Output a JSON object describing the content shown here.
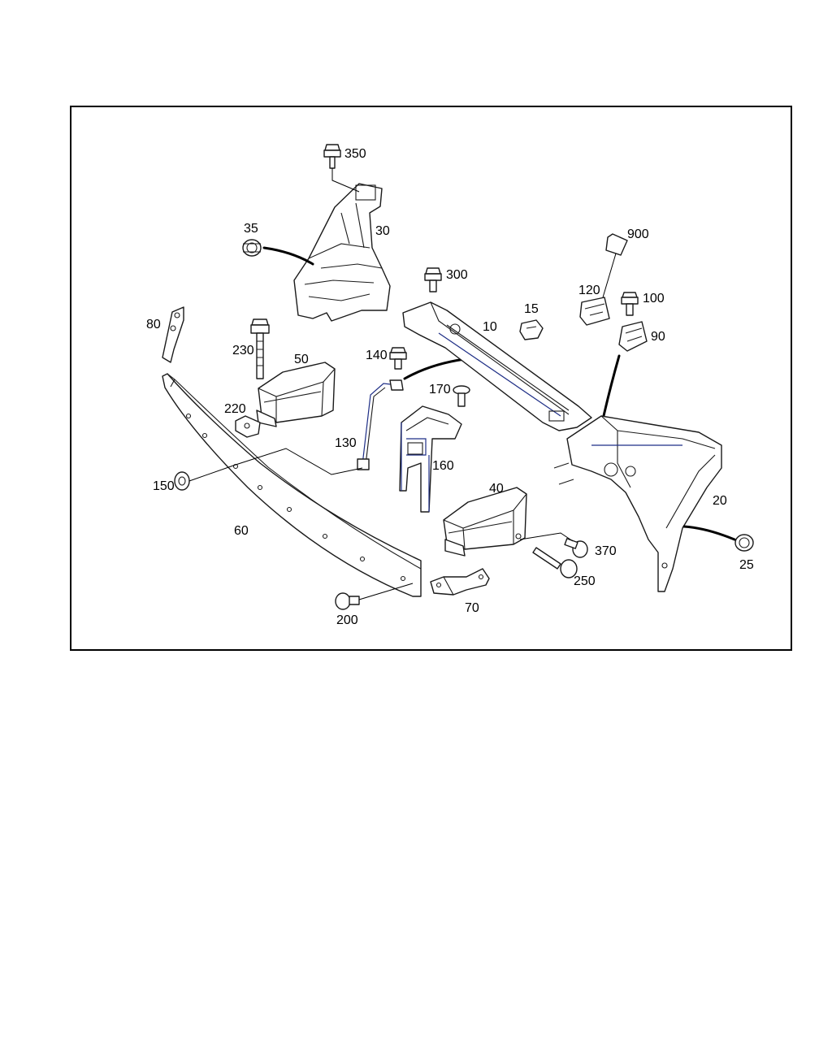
{
  "labels": {
    "p350": "350",
    "p30": "30",
    "p35": "35",
    "p900": "900",
    "p300": "300",
    "p120": "120",
    "p100": "100",
    "p15": "15",
    "p10": "10",
    "p90": "90",
    "p80": "80",
    "p230": "230",
    "p50": "50",
    "p140": "140",
    "p170": "170",
    "p220": "220",
    "p130": "130",
    "p160": "160",
    "p150": "150",
    "p40": "40",
    "p20": "20",
    "p60": "60",
    "p370": "370",
    "p25": "25",
    "p250": "250",
    "p200": "200",
    "p70": "70"
  },
  "colors": {
    "line": "#1a1a1a",
    "accent": "#1e2e86",
    "background": "#ffffff"
  }
}
